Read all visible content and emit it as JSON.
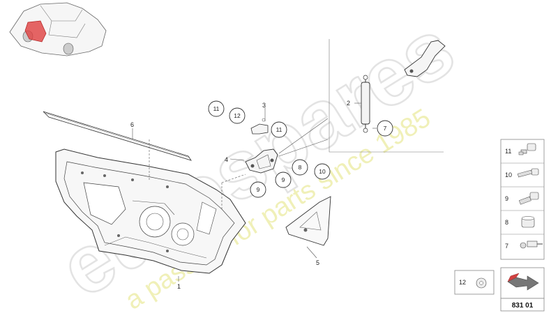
{
  "watermark": {
    "brand": "eurospares",
    "tagline": "a passion for parts since 1985",
    "colors": {
      "brand": "#e6e6e6",
      "tagline": "#efefb0"
    }
  },
  "callouts": {
    "part_1": "1",
    "part_2": "2",
    "part_3": "3",
    "part_4": "4",
    "part_5": "5",
    "part_6": "6",
    "circle_11_a": "11",
    "circle_12": "12",
    "circle_11_b": "11",
    "circle_8": "8",
    "circle_10": "10",
    "circle_9_a": "9",
    "circle_9_b": "9",
    "circle_7": "7"
  },
  "legend": {
    "items": [
      {
        "number": "11",
        "icon": "bolt-flanged-icon"
      },
      {
        "number": "10",
        "icon": "bolt-long-icon"
      },
      {
        "number": "9",
        "icon": "bolt-short-icon"
      },
      {
        "number": "8",
        "icon": "spacer-sleeve-icon"
      },
      {
        "number": "7",
        "icon": "ball-stud-icon"
      }
    ],
    "washer": {
      "number": "12",
      "icon": "washer-icon"
    },
    "diagram_code": "831 01"
  },
  "colors": {
    "line": "#333333",
    "highlight": "#d23030",
    "box_border": "#888888"
  }
}
